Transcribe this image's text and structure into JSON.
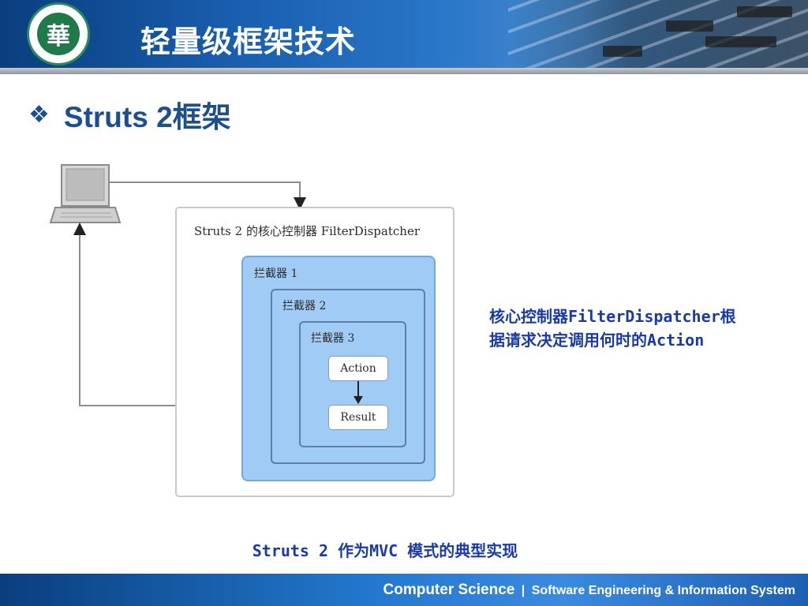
{
  "header": {
    "title": "轻量级框架技术",
    "logo_glyph": "華",
    "colors": {
      "primary": "#1a5fb0",
      "title_text": "#ffffff"
    }
  },
  "section": {
    "bullet_icon": "diamond-bullet-icon",
    "title": "Struts 2框架"
  },
  "diagram": {
    "client_icon": "laptop-icon",
    "controller_label": "Struts 2 的核心控制器  FilterDispatcher",
    "interceptors": [
      "拦截器 1",
      "拦截器 2",
      "拦截器 3"
    ],
    "action_label": "Action",
    "result_label": "Result",
    "colors": {
      "interceptor_fill": "#9fcbf4",
      "interceptor_border": "#5b7fa8"
    }
  },
  "description": {
    "line1": "核心控制器FilterDispatcher根",
    "line2": "据请求决定调用何时的Action"
  },
  "caption": "Struts 2 作为MVC 模式的典型实现",
  "footer": {
    "primary": "Computer Science",
    "separator": "|",
    "secondary": "Software Engineering & Information System"
  }
}
